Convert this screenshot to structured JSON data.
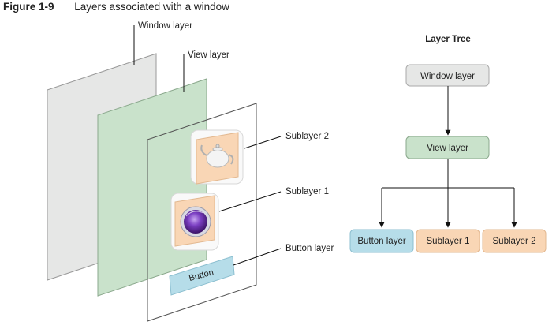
{
  "figure": {
    "number": "Figure 1-9",
    "caption": "Layers associated with a window"
  },
  "left_diagram": {
    "callouts": {
      "window_layer": "Window layer",
      "view_layer": "View layer",
      "sublayer_2": "Sublayer 2",
      "sublayer_1": "Sublayer 1",
      "button_layer": "Button layer"
    },
    "button_text": "Button",
    "icons": {
      "sublayer_2": "teapot-icon",
      "sublayer_1": "purple-sphere-icon"
    }
  },
  "layer_tree": {
    "title": "Layer Tree",
    "root": "Window layer",
    "child": "View layer",
    "leaves": [
      "Button layer",
      "Sublayer 1",
      "Sublayer 2"
    ]
  },
  "colors": {
    "window_fill": "#e6e7e6",
    "view_fill": "#c9e2cb",
    "button_fill": "#b6dde9",
    "sublayer_fill": "#f9d6b5",
    "sphere": "#6a2fb0"
  }
}
